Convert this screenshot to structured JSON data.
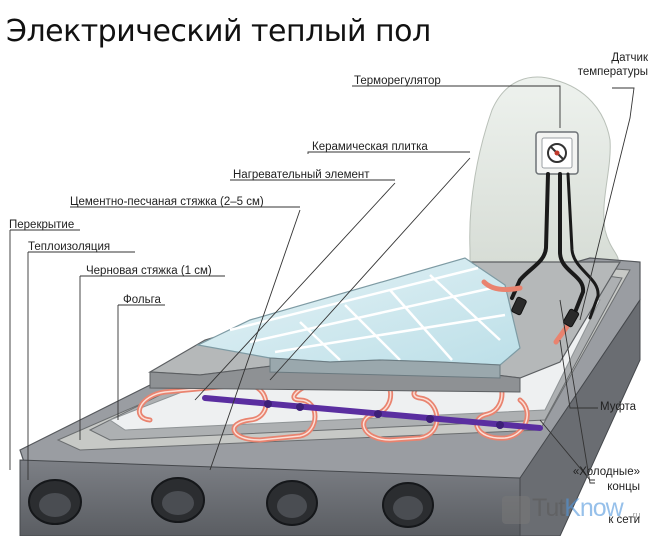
{
  "title": "Электрический теплый пол",
  "labels": {
    "thermostat": "Терморегулятор",
    "sensor_line1": "Датчик",
    "sensor_line2": "температуры",
    "tile": "Керамическая плитка",
    "heating": "Нагревательный элемент",
    "screed": "Цементно-песчаная стяжка (2–5 см)",
    "slab": "Перекрытие",
    "insulation": "Теплоизоляция",
    "rough": "Черновая стяжка (1 см)",
    "foil": "Фольга",
    "coupling": "Муфта",
    "cold_line1": "«Холодные»",
    "cold_line2": "концы",
    "cold_line3": "к сети"
  },
  "watermark": {
    "text_a": "Tut",
    "text_b": "Know",
    "suffix": ".ru"
  },
  "colors": {
    "cable": "#e9836f",
    "purple_cable": "#5a2ea0",
    "tile": "#d4eaf0",
    "concrete": "#8a8d92",
    "wall": "#e8eee9"
  }
}
